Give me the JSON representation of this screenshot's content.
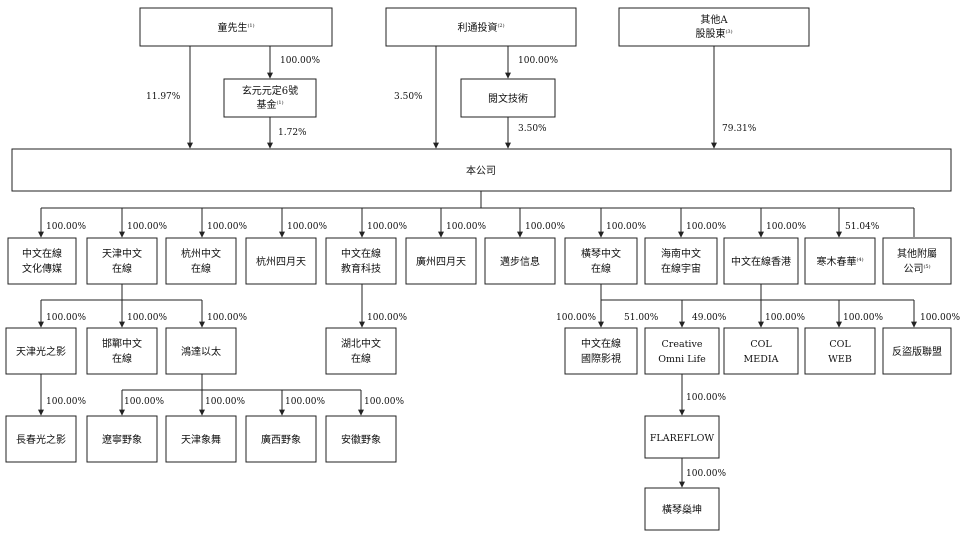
{
  "nodes": {
    "mr_tong": {
      "label": "童先生",
      "sup": "(1)"
    },
    "xuanyuan": {
      "lines": [
        "玄元元定6號",
        "基金"
      ],
      "sup": "(1)"
    },
    "litong": {
      "label": "利通投資",
      "sup": "(2)"
    },
    "yuewen_tech": {
      "label": "閱文技術"
    },
    "other_a": {
      "lines": [
        "其他A",
        "股股東"
      ],
      "sup": "(3)"
    },
    "company": {
      "label": "本公司"
    },
    "zwzx_media": {
      "lines": [
        "中文在線",
        "文化傳媒"
      ]
    },
    "tianjin_zw": {
      "lines": [
        "天津中文",
        "在線"
      ]
    },
    "hangzhou_zw": {
      "lines": [
        "杭州中文",
        "在線"
      ]
    },
    "hangzhou_april": {
      "label": "杭州四月天"
    },
    "zw_edu": {
      "lines": [
        "中文在線",
        "教育科技"
      ]
    },
    "guangzhou_april": {
      "label": "廣州四月天"
    },
    "maibu": {
      "label": "邁步信息"
    },
    "hengqin_zw": {
      "lines": [
        "橫琴中文",
        "在線"
      ]
    },
    "hainan_zw": {
      "lines": [
        "海南中文",
        "在線宇宙"
      ]
    },
    "zw_hk": {
      "label": "中文在線香港"
    },
    "hanmu": {
      "label": "寒木春華",
      "sup": "(4)"
    },
    "other_subs": {
      "lines": [
        "其他附屬",
        "公司"
      ],
      "sup": "(5)"
    },
    "tj_guangzhiying": {
      "label": "天津光之影"
    },
    "handan_zw": {
      "lines": [
        "邯鄲中文",
        "在線"
      ]
    },
    "hongda": {
      "label": "鴻達以太"
    },
    "hubei_zw": {
      "lines": [
        "湖北中文",
        "在線"
      ]
    },
    "hengqin_intl": {
      "lines": [
        "中文在線",
        "國際影視"
      ]
    },
    "creative": {
      "lines": [
        "Creative",
        "Omni Life"
      ]
    },
    "col_media": {
      "lines": [
        "COL",
        "MEDIA"
      ]
    },
    "col_web": {
      "lines": [
        "COL",
        "WEB"
      ]
    },
    "anti_piracy": {
      "label": "反盜版聯盟"
    },
    "changchun": {
      "label": "長春光之影"
    },
    "liaoning": {
      "label": "遼寧野象"
    },
    "tj_xiangwu": {
      "label": "天津象舞"
    },
    "guangxi": {
      "label": "廣西野象"
    },
    "anhui": {
      "label": "安徽野象"
    },
    "flareflow": {
      "label": "FLAREFLOW"
    },
    "hengqin_zk": {
      "label": "橫琴燊坤"
    }
  },
  "edges": {
    "tong_company": "11.97%",
    "tong_xuanyuan": "100.00%",
    "xuanyuan_company": "1.72%",
    "litong_company": "3.50%",
    "litong_yuewen": "100.00%",
    "yuewen_company": "3.50%",
    "other_a_company": "79.31%",
    "c_zwzx_media": "100.00%",
    "c_tianjin_zw": "100.00%",
    "c_hangzhou_zw": "100.00%",
    "c_hangzhou_april": "100.00%",
    "c_zw_edu": "100.00%",
    "c_guangzhou_april": "100.00%",
    "c_maibu": "100.00%",
    "c_hengqin_zw": "100.00%",
    "c_hainan_zw": "100.00%",
    "c_zw_hk": "100.00%",
    "c_hanmu": "51.04%",
    "tj_guangzhiying": "100.00%",
    "tj_handan": "100.00%",
    "tj_hongda": "100.00%",
    "edu_hubei": "100.00%",
    "hq_intl": "100.00%",
    "hq_creative": "51.00%",
    "hk_creative": "49.00%",
    "hk_col_media": "100.00%",
    "hk_col_web": "100.00%",
    "hk_anti_piracy": "100.00%",
    "tjg_changchun": "100.00%",
    "hd_liaoning": "100.00%",
    "hd_tj_xiangwu": "100.00%",
    "hd_guangxi": "100.00%",
    "hd_anhui": "100.00%",
    "creative_flareflow": "100.00%",
    "flareflow_hengqin_zk": "100.00%"
  }
}
